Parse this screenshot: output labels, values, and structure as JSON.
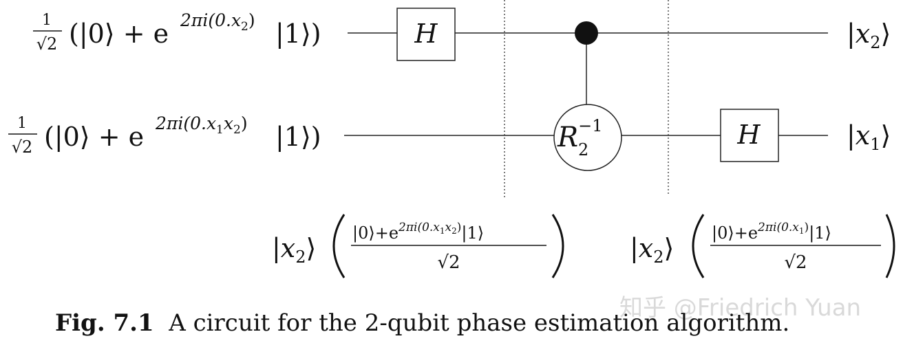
{
  "inputs": {
    "top": {
      "frac_num": "1",
      "frac_den": "√2",
      "open": "(|0⟩ + e",
      "exp": "2πi(0.x",
      "exp_sub": "2",
      "exp_close": ")",
      "close": "|1⟩)"
    },
    "bottom": {
      "frac_num": "1",
      "frac_den": "√2",
      "open": "(|0⟩ + e",
      "exp": "2πi(0.x",
      "exp_sub1": "1",
      "exp_mid": "x",
      "exp_sub2": "2",
      "exp_close": ")",
      "close": "|1⟩)"
    }
  },
  "outputs": {
    "top": {
      "ket_open": "|x",
      "sub": "2",
      "ket_close": "⟩"
    },
    "bottom": {
      "ket_open": "|x",
      "sub": "1",
      "ket_close": "⟩"
    }
  },
  "gates": {
    "h_top": "H",
    "h_bottom": "H",
    "rotation": {
      "base": "R",
      "sub": "2",
      "sup": "−1"
    }
  },
  "intermediate": {
    "left": {
      "ket": "|x",
      "ket_sub": "2",
      "ket_close": "⟩",
      "num_open": "|0⟩+e",
      "num_exp": "2πi(0.x",
      "num_exp_sub1": "1",
      "num_exp_mid": "x",
      "num_exp_sub2": "2",
      "num_exp_close": ")",
      "num_close": "|1⟩",
      "den": "√2"
    },
    "right": {
      "ket": "|x",
      "ket_sub": "2",
      "ket_close": "⟩",
      "num_open": "|0⟩+e",
      "num_exp": "2πi(0.x",
      "num_exp_sub1": "1",
      "num_exp_close": ")",
      "num_close": "|1⟩",
      "den": "√2"
    }
  },
  "caption": {
    "label": "Fig. 7.1",
    "text": "A circuit for the 2-qubit phase estimation algorithm."
  },
  "watermark": "知乎 @Friedrich Yuan"
}
